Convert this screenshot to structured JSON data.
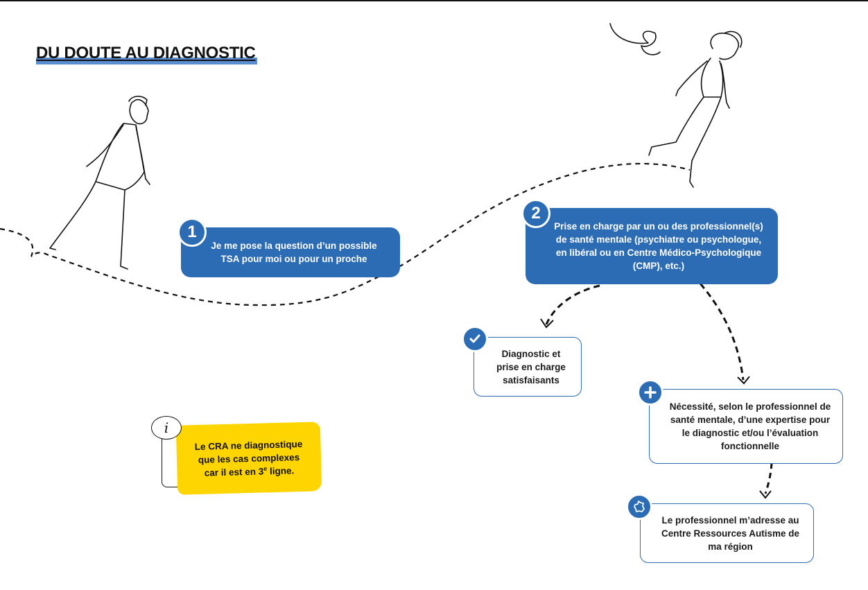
{
  "title": "DU DOUTE AU DIAGNOSTIC",
  "steps": [
    {
      "number": "1",
      "text": "Je me pose la question d’un possible TSA pour moi ou pour un proche"
    },
    {
      "number": "2",
      "text": "Prise en charge par un ou des professionnel(s) de santé mentale (psychiatre ou psychologue, en libéral ou en Centre Médico-Psychologique (CMP), etc.)"
    }
  ],
  "outcomes": {
    "satisfied": {
      "icon": "check-icon",
      "text": "Diagnostic et prise en charge satisfaisants"
    },
    "expertise": {
      "icon": "plus-icon",
      "text": "Nécessité, selon le professionnel de santé mentale, d’une expertise pour le diagnostic et/ou l’évaluation fonctionnelle"
    },
    "cra": {
      "icon": "france-map-icon",
      "text": "Le professionnel m’adresse au Centre Ressources Autisme de ma région"
    }
  },
  "note": {
    "icon": "info-icon",
    "icon_glyph": "i",
    "text_before": "Le CRA ne diagnostique que les cas complexes car il est en 3",
    "superscript": "e",
    "text_after": " ligne."
  },
  "colors": {
    "blue": "#2b6cb5",
    "title_highlight": "#5b8ed0",
    "yellow": "#ffd500",
    "ink": "#111111"
  }
}
